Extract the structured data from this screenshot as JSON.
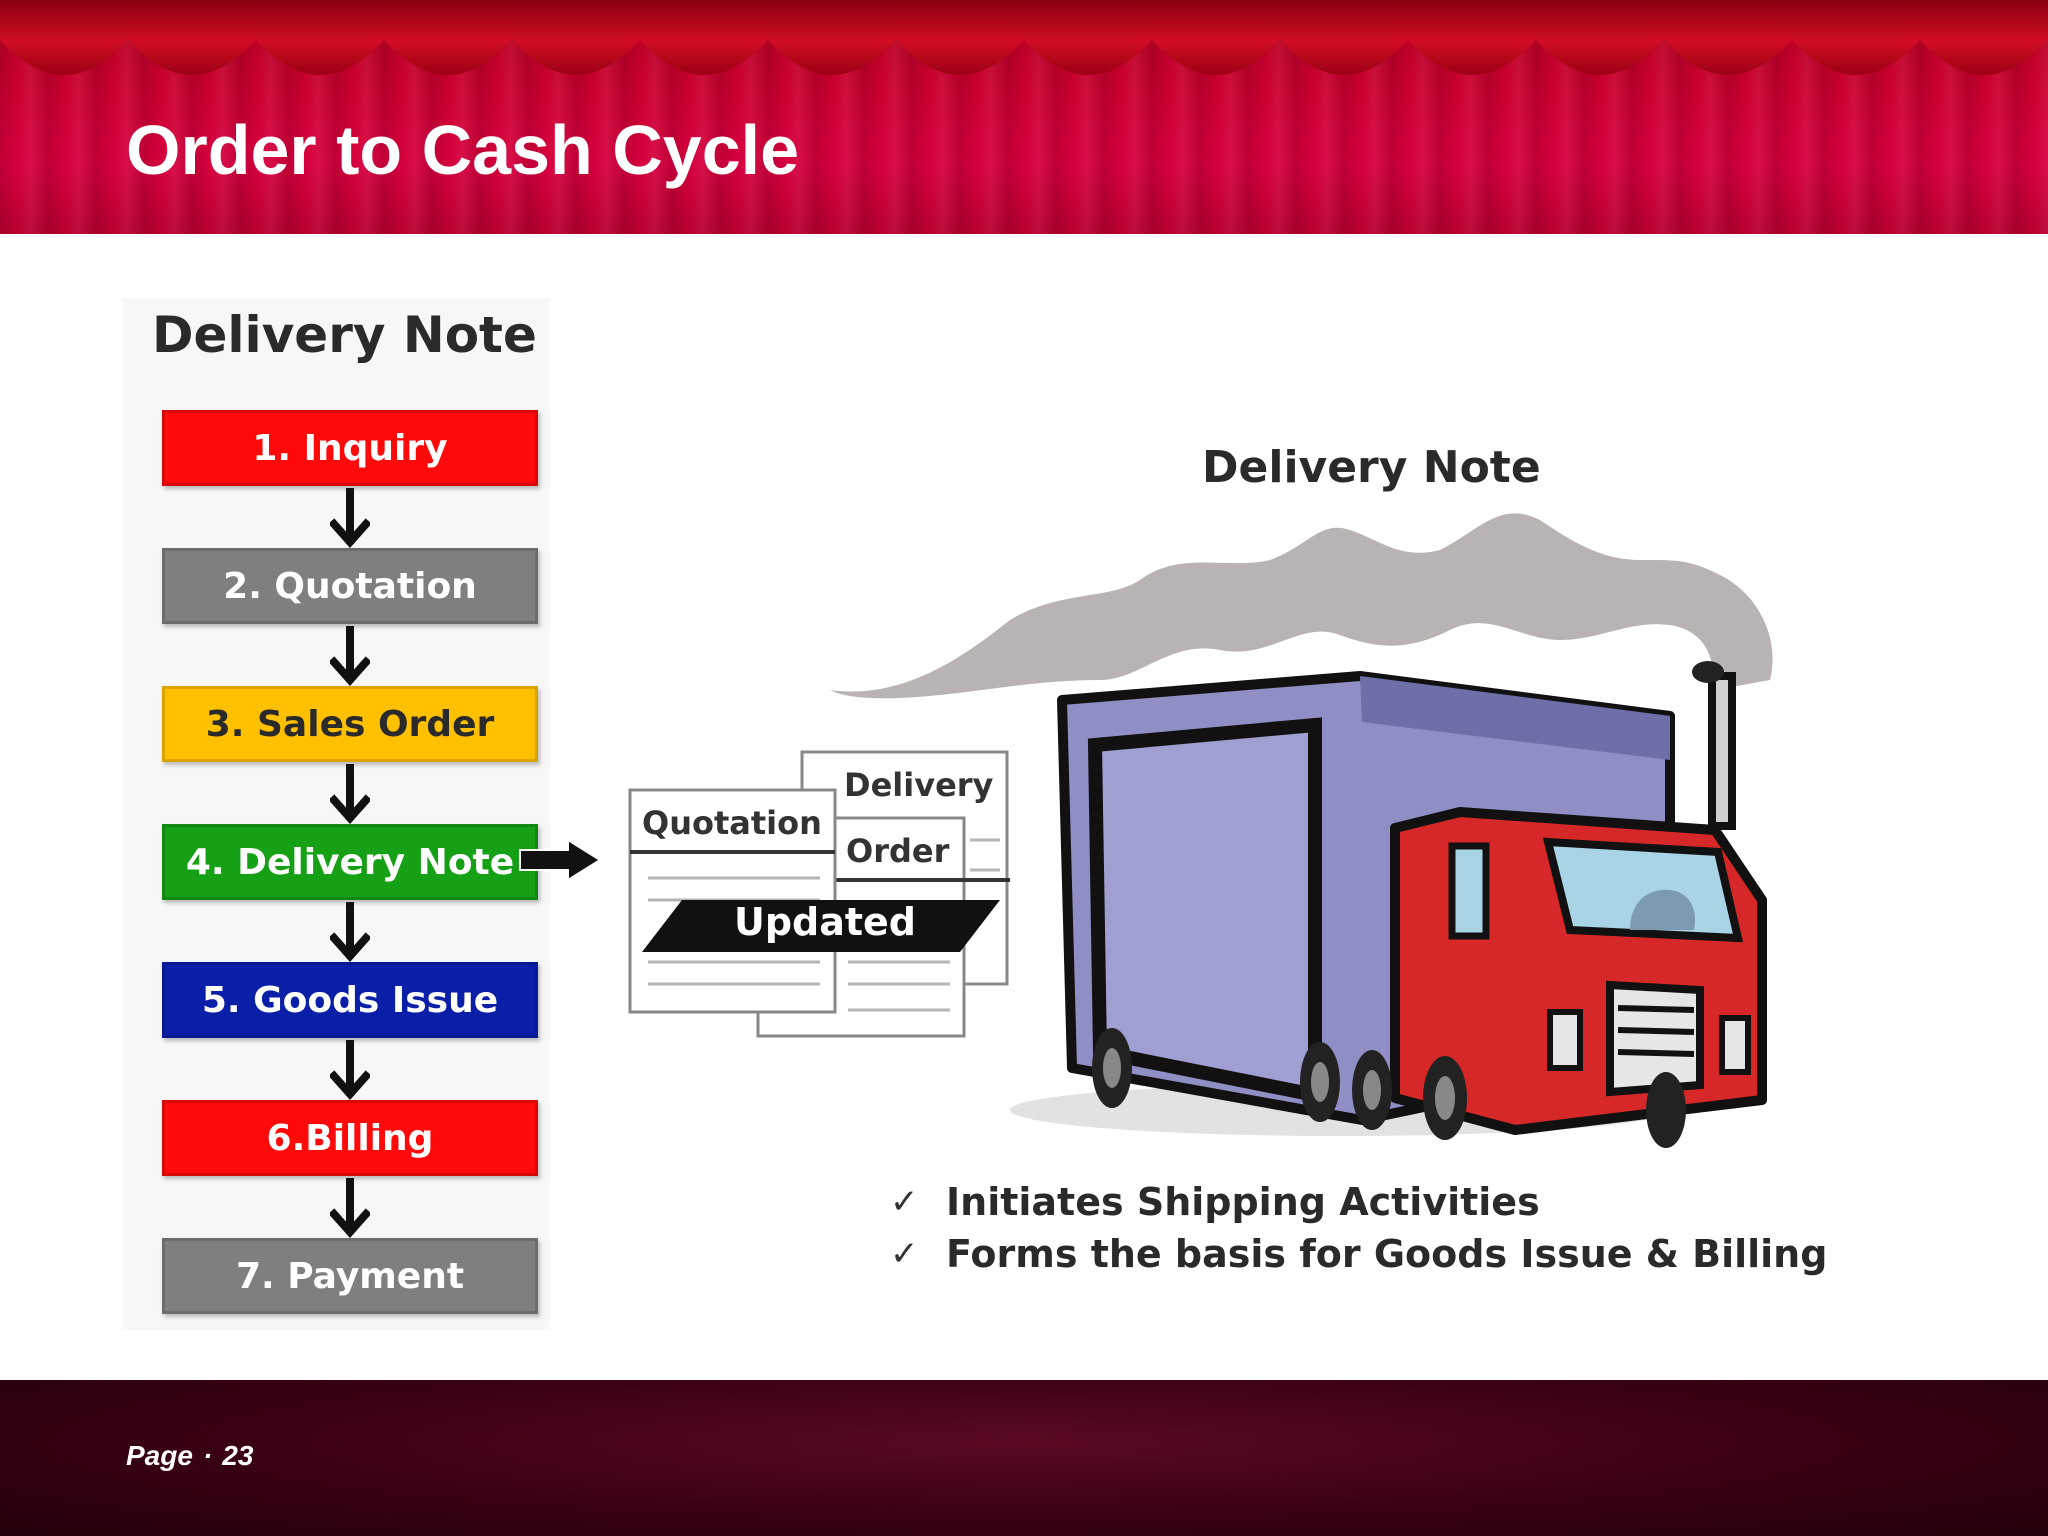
{
  "slide": {
    "title": "Order to Cash Cycle",
    "page_label": "Page",
    "page_separator": "·",
    "page_number": "23"
  },
  "flow": {
    "heading": "Delivery Note",
    "steps": [
      {
        "label": "1. Inquiry",
        "color": "#ff0a0a",
        "text_color": "#ffffff"
      },
      {
        "label": "2. Quotation",
        "color": "#7f7f7f",
        "text_color": "#ffffff"
      },
      {
        "label": "3. Sales Order",
        "color": "#ffc000",
        "text_color": "#2a2a2a"
      },
      {
        "label": "4. Delivery Note",
        "color": "#16a016",
        "text_color": "#ffffff"
      },
      {
        "label": "5. Goods Issue",
        "color": "#0a1fa8",
        "text_color": "#ffffff"
      },
      {
        "label": "6.Billing",
        "color": "#ff0a0a",
        "text_color": "#ffffff"
      },
      {
        "label": "7. Payment",
        "color": "#7f7f7f",
        "text_color": "#ffffff"
      }
    ]
  },
  "documents": {
    "quotation": "Quotation",
    "delivery": "Delivery",
    "order": "Order",
    "status": "Updated"
  },
  "illustration": {
    "heading": "Delivery Note",
    "bullets": [
      "Initiates Shipping Activities",
      "Forms the basis for Goods Issue & Billing"
    ]
  },
  "colors": {
    "header_red": "#cc0030",
    "footer_dark": "#3a0014",
    "truck_body": "#8f8fc6",
    "truck_cab": "#d62828",
    "smoke": "#b9b3b3"
  }
}
